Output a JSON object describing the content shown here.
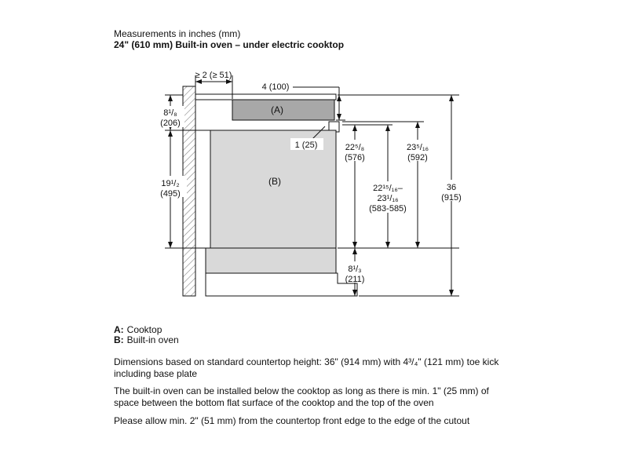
{
  "header": {
    "line1": "Measurements in inches (mm)",
    "line2": "24\" (610 mm) Built-in oven – under electric cooktop"
  },
  "labels": {
    "a": "(A)",
    "b": "(B)"
  },
  "dims": {
    "wall_clearance": "≥ 2 (≥ 51)",
    "cooktop_depth": "4 (100)",
    "gap": "1 (25)",
    "counter_to_cutout_in": "8¹/₈",
    "counter_to_cutout_mm": "(206)",
    "oven_height_in": "19¹/₂",
    "oven_height_mm": "(495)",
    "cutout_a_in": "22⁵/₈",
    "cutout_a_mm": "(576)",
    "cutout_b_in": "23⁵/₁₆",
    "cutout_b_mm": "(592)",
    "cutout_c_line1": "22¹⁵/₁₆–",
    "cutout_c_line2": "23¹/₁₆",
    "cutout_c_mm": "(583-585)",
    "counter_height_in": "36",
    "counter_height_mm": "(915)",
    "base_height_in": "8¹/₃",
    "base_height_mm": "(211)"
  },
  "legend": {
    "a_key": "A:",
    "a_text": "Cooktop",
    "b_key": "B:",
    "b_text": "Built-in oven"
  },
  "notes": {
    "p1": "Dimensions based on standard countertop height: 36\" (914 mm) with 4³/₄\" (121 mm) toe kick including base plate",
    "p2": "The built-in oven can be installed below the cooktop as long as there is min. 1\" (25 mm) of space between the bottom flat surface of the cooktop and the top of the oven",
    "p3": "Please allow min. 2\" (51 mm) from the countertop front edge to the edge of the cutout"
  },
  "colors": {
    "cooktop_fill": "#a8a8a8",
    "oven_fill": "#d9d9d9",
    "line": "#111111"
  }
}
